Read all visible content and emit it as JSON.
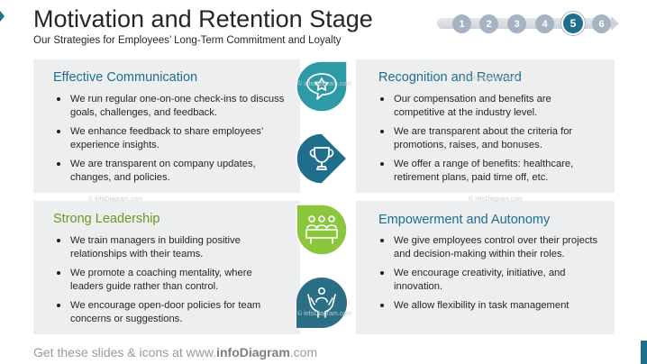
{
  "header": {
    "title": "Motivation and Retention Stage",
    "subtitle": "Our Strategies for Employees’ Long-Term Commitment and Loyalty"
  },
  "steps": [
    "1",
    "2",
    "3",
    "4",
    "5",
    "6"
  ],
  "active_step": "5",
  "cards": {
    "effective_communication": {
      "title": "Effective Communication",
      "bullets": [
        "We run regular one-on-one check-ins to discuss goals, challenges, and feedback.",
        "We enhance feedback to share employees’ experience insights.",
        "We are transparent on company updates, changes, and policies."
      ]
    },
    "recognition_reward": {
      "title": "Recognition and Reward",
      "bullets": [
        "Our compensation and benefits are competitive at the industry level.",
        "We are transparent about the criteria for promotions, raises, and bonuses.",
        "We offer a range of benefits: healthcare, retirement plans, paid time off, etc."
      ]
    },
    "strong_leadership": {
      "title": "Strong Leadership",
      "bullets": [
        "We train managers in building positive relationships with their teams.",
        "We promote a coaching mentality, where leaders guide rather than control.",
        "We encourage open-door policies for team concerns or suggestions."
      ]
    },
    "empowerment_autonomy": {
      "title": "Empowerment and Autonomy",
      "bullets": [
        "We give employees control over their projects and decision-making within their roles.",
        "We encourage creativity, initiative, and innovation.",
        "We allow flexibility in task management"
      ]
    }
  },
  "icons": [
    "speech-bubble-star-icon",
    "trophy-icon",
    "team-meeting-icon",
    "hands-with-person-icon"
  ],
  "colors": {
    "dark_teal": "#1f6e8c",
    "teal": "#2e9aa6",
    "green": "#8cc63e",
    "steel_teal": "#2a6f85",
    "step_gray": "#a5b3c3",
    "card_bg": "#edeef0"
  },
  "watermark": "© infoDiagram.com",
  "footer": {
    "prefix": "Get these slides & icons at www.",
    "brand": "infoDiagram",
    "suffix": ".com"
  }
}
